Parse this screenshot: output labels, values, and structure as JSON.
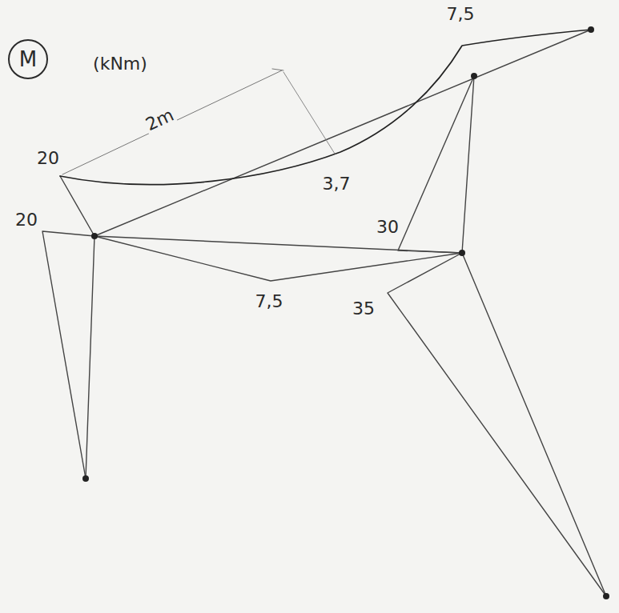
{
  "diagram": {
    "nodes": [
      {
        "text": [
          "M"
        ]
      }
    ],
    "labels": [
      "(kNm)",
      "2m",
      "20",
      "3,7",
      "7,5",
      "20",
      "30",
      "7,5",
      "35"
    ]
  }
}
